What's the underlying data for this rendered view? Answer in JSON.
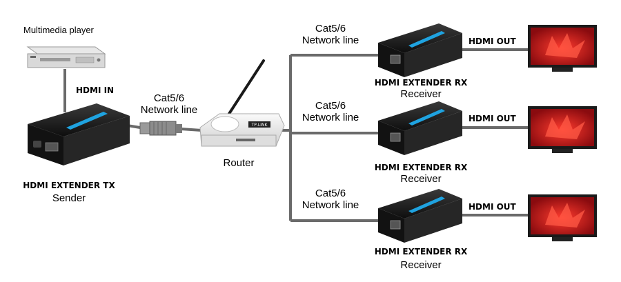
{
  "labels": {
    "multimedia_player": "Multimedia player",
    "hdmi_in": "HDMI IN",
    "tx_title": "HDMI EXTENDER TX",
    "tx_sub": "Sender",
    "cat_left_1": "Cat5/6",
    "cat_left_2": "Network line",
    "router": "Router",
    "router_brand": "TP-LINK",
    "rx": [
      {
        "cat1": "Cat5/6",
        "cat2": "Network line",
        "hdmi_out": "HDMI OUT",
        "title": "HDMI EXTENDER RX",
        "sub": "Receiver"
      },
      {
        "cat1": "Cat5/6",
        "cat2": "Network line",
        "hdmi_out": "HDMI OUT",
        "title": "HDMI EXTENDER RX",
        "sub": "Receiver"
      },
      {
        "cat1": "Cat5/6",
        "cat2": "Network line",
        "hdmi_out": "HDMI OUT",
        "title": "HDMI EXTENDER RX",
        "sub": "Receiver"
      }
    ]
  },
  "colors": {
    "cable": "#666666",
    "device_dark": "#1e1e1e",
    "device_blue": "#1fa3e0",
    "tv_frame": "#1a1a1a",
    "tv_screen": "#c0161b"
  },
  "icons": [
    "dvd-player-icon",
    "tx-extender-icon",
    "rj45-plug-icon",
    "router-icon",
    "rx-extender-icon",
    "tv-icon"
  ]
}
